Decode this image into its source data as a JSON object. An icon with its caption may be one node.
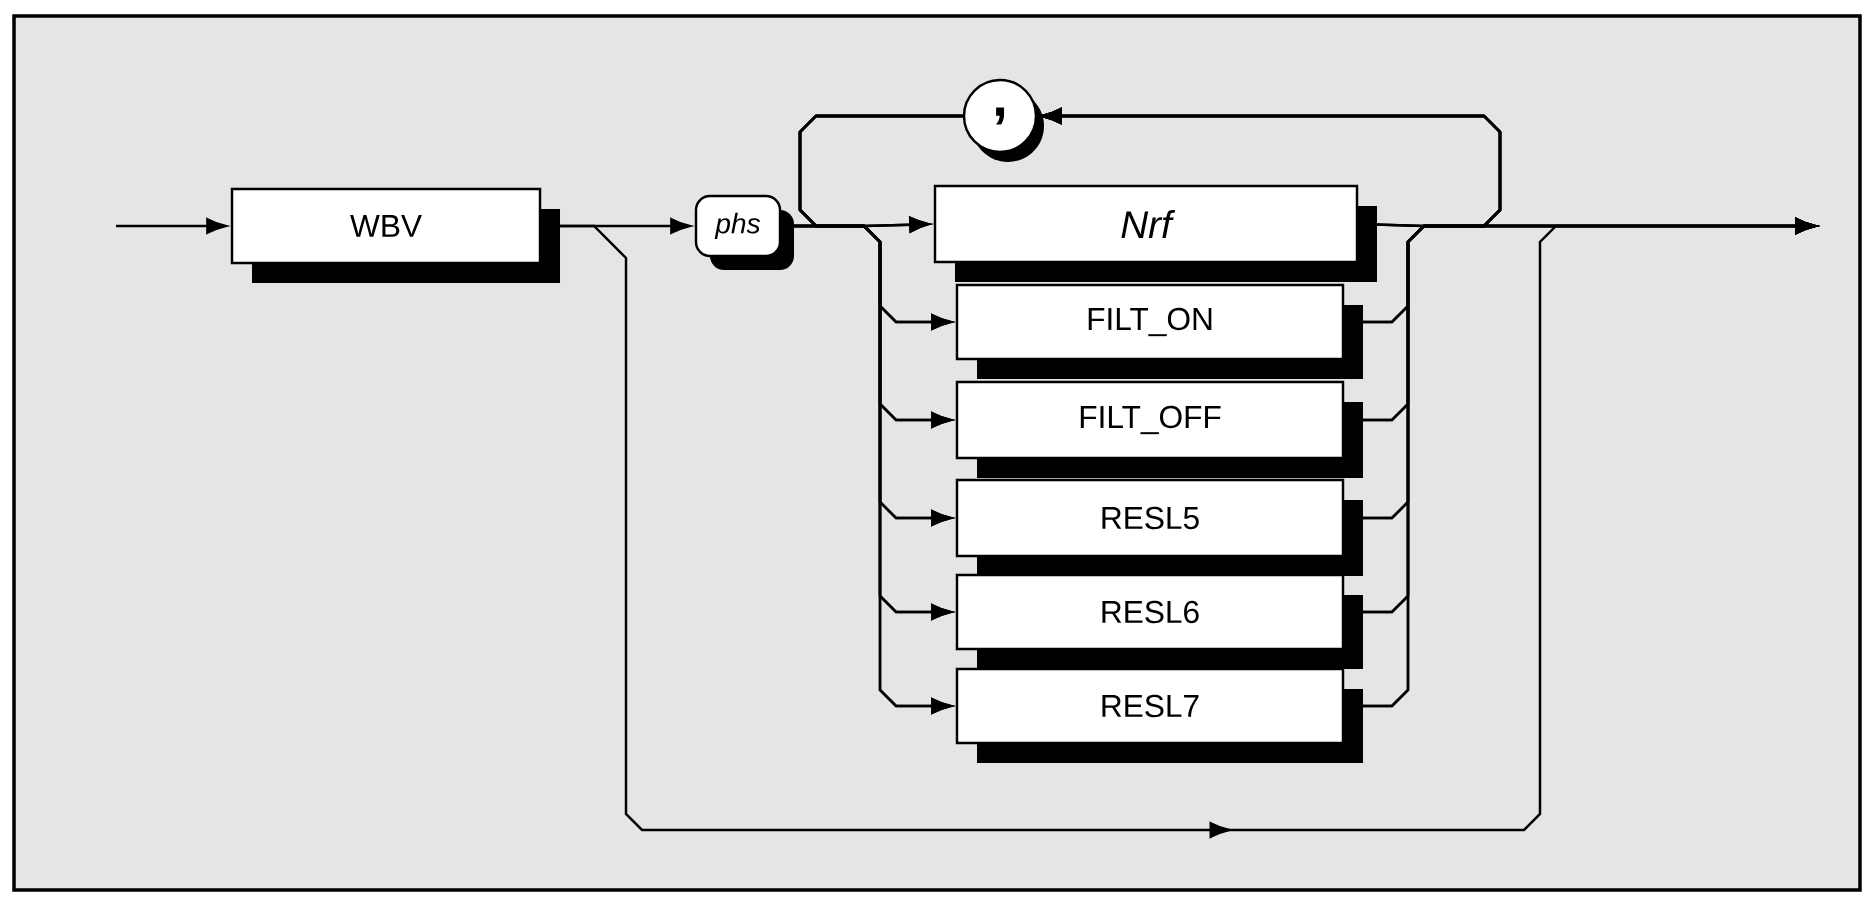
{
  "diagram": {
    "nodes": [
      {
        "text": [
          "WBV"
        ]
      },
      {
        "text": [
          "phs"
        ]
      },
      {
        "text": [
          ","
        ]
      },
      {
        "text": [
          "Nrf"
        ]
      },
      {
        "text": [
          "FILT_ON"
        ]
      },
      {
        "text": [
          "FILT_OFF"
        ]
      },
      {
        "text": [
          "RESL5"
        ]
      },
      {
        "text": [
          "RESL6"
        ]
      },
      {
        "text": [
          "RESL7"
        ]
      }
    ],
    "edges": [
      {
        "from": null,
        "to": 0,
        "arrow": "to"
      },
      {
        "from": 0,
        "to": 1,
        "arrow": "to"
      },
      {
        "from": 1,
        "to": 3,
        "arrow": "to"
      },
      {
        "from": 1,
        "to": 4,
        "arrow": "to"
      },
      {
        "from": 1,
        "to": 5,
        "arrow": "to"
      },
      {
        "from": 1,
        "to": 6,
        "arrow": "to"
      },
      {
        "from": 1,
        "to": 7,
        "arrow": "to"
      },
      {
        "from": 1,
        "to": 8,
        "arrow": "to"
      },
      {
        "from": 3,
        "to": 2,
        "arrow": "to"
      },
      {
        "from": 4,
        "to": 2,
        "arrow": "to"
      },
      {
        "from": 5,
        "to": 2,
        "arrow": "to"
      },
      {
        "from": 6,
        "to": 2,
        "arrow": "to"
      },
      {
        "from": 7,
        "to": 2,
        "arrow": "to"
      },
      {
        "from": 8,
        "to": 2,
        "arrow": "to"
      },
      {
        "from": 2,
        "to": 3,
        "arrow": "to"
      },
      {
        "from": 2,
        "to": 4,
        "arrow": "to"
      },
      {
        "from": 2,
        "to": 5,
        "arrow": "to"
      },
      {
        "from": 2,
        "to": 6,
        "arrow": "to"
      },
      {
        "from": 2,
        "to": 7,
        "arrow": "to"
      },
      {
        "from": 2,
        "to": 8,
        "arrow": "to"
      },
      {
        "from": 3,
        "to": null,
        "arrow": "to"
      },
      {
        "from": 4,
        "to": null,
        "arrow": "to"
      },
      {
        "from": 5,
        "to": null,
        "arrow": "to"
      },
      {
        "from": 6,
        "to": null,
        "arrow": "to"
      },
      {
        "from": 7,
        "to": null,
        "arrow": "to"
      },
      {
        "from": 8,
        "to": null,
        "arrow": "to"
      },
      {
        "from": 0,
        "to": null,
        "arrow": "to"
      }
    ]
  }
}
